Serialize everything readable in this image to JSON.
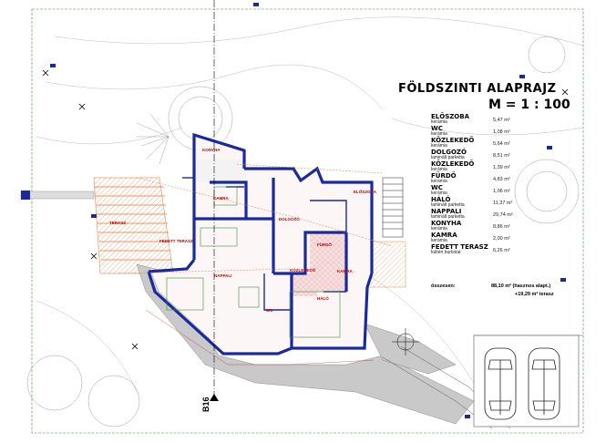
{
  "drawing": {
    "title": "FÖLDSZINTI ALAPRAJZ",
    "scale": "M = 1 : 100",
    "section_mark": "B16"
  },
  "schedule": [
    {
      "name": "ELŐSZOBA",
      "floor": "kerámia",
      "area": "5,47 m²"
    },
    {
      "name": "WC",
      "floor": "kerámia",
      "area": "1,08 m²"
    },
    {
      "name": "KÖZLEKEDŐ",
      "floor": "kerámia",
      "area": "5,64 m²"
    },
    {
      "name": "DOLGOZÓ",
      "floor": "laminált parketta",
      "area": "8,51 m²"
    },
    {
      "name": "KÖZLEKEDŐ",
      "floor": "kerámia",
      "area": "1,39 m²"
    },
    {
      "name": "FÜRDŐ",
      "floor": "kerámia",
      "area": "4,83 m²"
    },
    {
      "name": "WC",
      "floor": "kerámia",
      "area": "1,06 m²"
    },
    {
      "name": "HÁLÓ",
      "floor": "laminált parketta",
      "area": "11,37 m²"
    },
    {
      "name": "NAPPALI",
      "floor": "laminált parketta",
      "area": "29,74 m²"
    },
    {
      "name": "KONYHA",
      "floor": "kerámia",
      "area": "8,86 m²"
    },
    {
      "name": "KAMRA",
      "floor": "kerámia",
      "area": "2,00 m²"
    },
    {
      "name": "FEDETT TERASZ",
      "floor": "kültéri burkolat",
      "area": "6,26 m²"
    }
  ],
  "totals": {
    "label": "összesen:",
    "heated": "88,10 m² (hasznos alapt.)",
    "terrace": "+19,29 m² terasz"
  },
  "plan_labels": {
    "konyha": "KONYHA",
    "kamra": "KAMRA",
    "dolgozo": "DOLGOZÓ",
    "nappali": "NAPPALI",
    "halo": "HÁLÓ",
    "furdo": "FÜRDŐ",
    "eloszoba": "ELŐSZOBA",
    "fedett_terasz": "FEDETT TERASZ",
    "terasz": "TERASZ",
    "wc": "WC",
    "kozlekedo": "KÖZLEKEDŐ",
    "kamra_furdo": "KAMRA"
  },
  "colors": {
    "walls": "#1a2a9c",
    "annotation": "#c00000",
    "terrace": "#e07a3c",
    "stone": "#c9c9c9",
    "site": "#3c8a3c"
  }
}
